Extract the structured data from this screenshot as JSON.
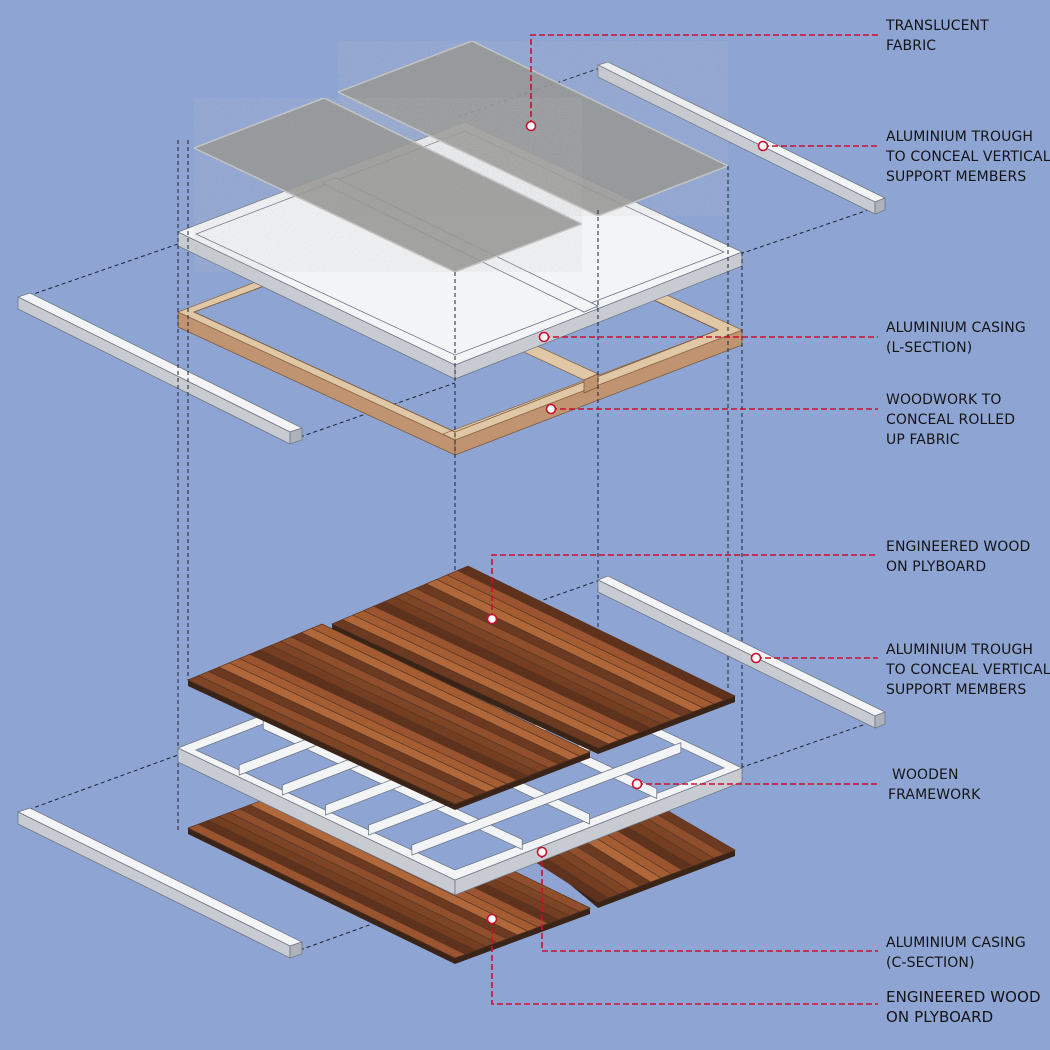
{
  "labels": {
    "translucent_fabric": [
      "TRANSLUCENT",
      "FABRIC"
    ],
    "trough_upper": [
      "ALUMINIUM TROUGH",
      "TO CONCEAL VERTICAL",
      "SUPPORT MEMBERS"
    ],
    "casing_l": [
      "ALUMINIUM CASING",
      "(L-SECTION)"
    ],
    "woodwork": [
      "WOODWORK TO",
      "CONCEAL ROLLED",
      "UP FABRIC"
    ],
    "engineered_wood_upper": [
      "ENGINEERED WOOD",
      "ON PLYBOARD"
    ],
    "trough_lower": [
      "ALUMINIUM TROUGH",
      "TO CONCEAL VERTICAL",
      "SUPPORT MEMBERS"
    ],
    "wooden_framework": [
      "WOODEN",
      "FRAMEWORK"
    ],
    "casing_c": [
      "ALUMINIUM CASING",
      "(C-SECTION)"
    ],
    "engineered_wood_lower": [
      "ENGINEERED WOOD",
      "ON PLYBOARD"
    ]
  },
  "colors": {
    "background": "#8ea5d4",
    "leader": "#c8102e",
    "aluminium": "#f3f4f6",
    "woodwork": "#e0c7a6",
    "fabric": "#9c9c9a",
    "wood_dark": "#5a3420",
    "wood_light": "#b0683b"
  }
}
